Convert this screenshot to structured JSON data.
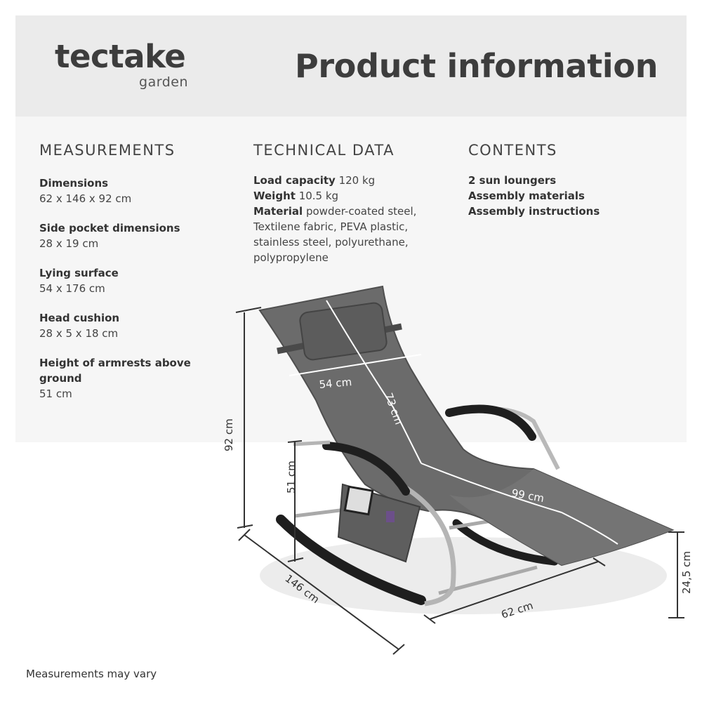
{
  "brand": {
    "name": "tectake",
    "sub": "garden"
  },
  "title": "Product information",
  "measurements": {
    "heading": "MEASUREMENTS",
    "items": [
      {
        "label": "Dimensions",
        "value": "62 x 146 x 92 cm"
      },
      {
        "label": "Side pocket dimensions",
        "value": "28 x 19 cm"
      },
      {
        "label": "Lying surface",
        "value": "54 x 176 cm"
      },
      {
        "label": "Head cushion",
        "value": "28 x 5 x 18 cm"
      },
      {
        "label": "Height of armrests above ground",
        "value": "51 cm"
      }
    ]
  },
  "technical": {
    "heading": "TECHNICAL DATA",
    "load_label": "Load capacity",
    "load_value": "120 kg",
    "weight_label": "Weight",
    "weight_value": "10.5 kg",
    "material_label": "Material",
    "material_lines": [
      "powder-coated steel,",
      "Textilene fabric, PEVA plastic,",
      "stainless steel, polyurethane,",
      "polypropylene"
    ]
  },
  "contents": {
    "heading": "CONTENTS",
    "items": [
      "2 sun loungers",
      "Assembly materials",
      "Assembly instructions"
    ]
  },
  "diagram": {
    "labels": {
      "width_top": "54 cm",
      "back_length": "73 cm",
      "seat_length": "99 cm",
      "height": "92 cm",
      "armrest_height": "51 cm",
      "depth": "146 cm",
      "width": "62 cm",
      "front_height": "24,5 cm"
    }
  },
  "footer": {
    "note": "Measurements may vary"
  }
}
